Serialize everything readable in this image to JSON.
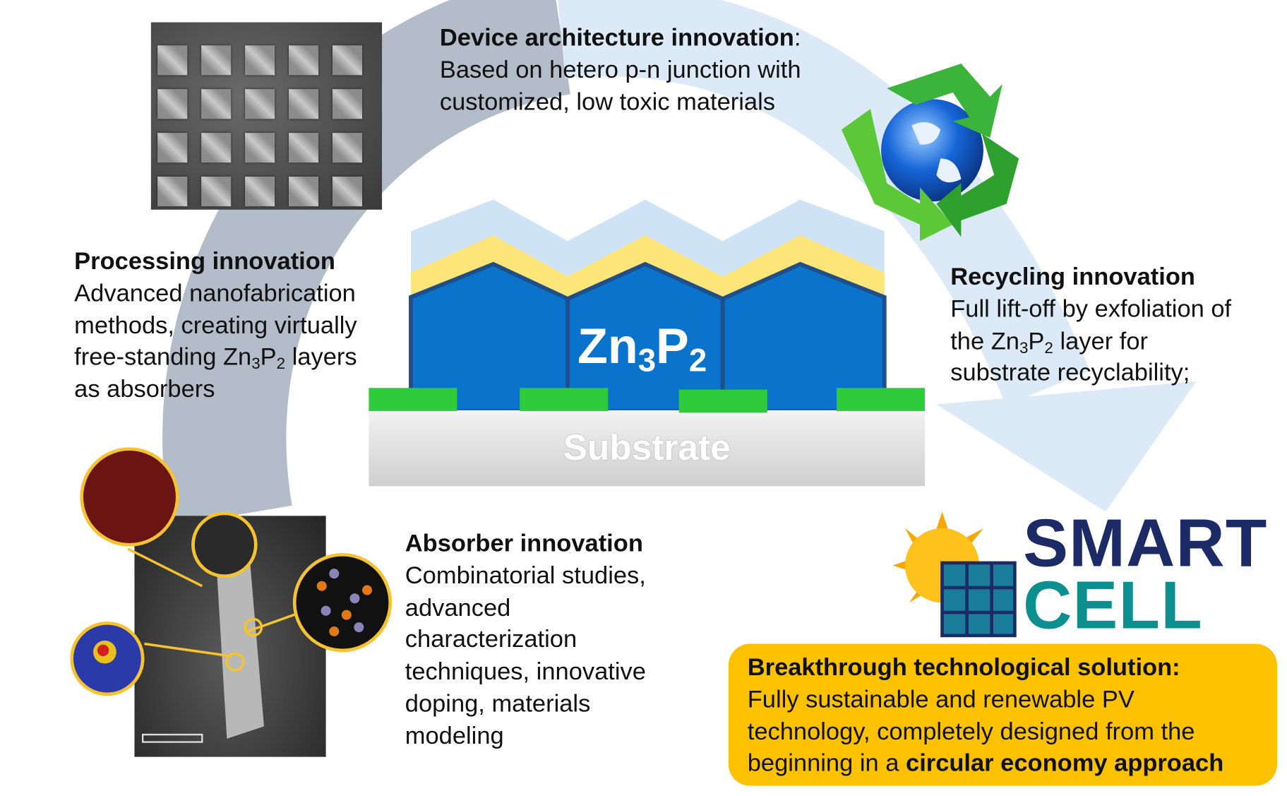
{
  "device_architecture": {
    "title": "Device architecture innovation",
    "colon": ":",
    "line1": "Based on hetero p-n junction with",
    "line2": "customized, low toxic materials"
  },
  "processing": {
    "title": "Processing innovation",
    "line1": "Advanced nanofabrication",
    "line2": "methods, creating virtually",
    "line3_pre": "free-standing Zn",
    "line3_s1": "3",
    "line3_mid": "P",
    "line3_s2": "2",
    "line3_post": " layers",
    "line4": "as absorbers"
  },
  "recycling": {
    "title": "Recycling innovation",
    "line1": "Full lift-off by exfoliation of",
    "line2_pre": "the Zn",
    "line2_s1": "3",
    "line2_mid": "P",
    "line2_s2": "2",
    "line2_post": " layer for",
    "line3": "substrate recyclability;"
  },
  "absorber": {
    "title": "Absorber innovation",
    "lines": [
      "Combinatorial studies,",
      "advanced",
      "characterization",
      "techniques, innovative",
      "doping, materials",
      "modeling"
    ]
  },
  "device": {
    "material_main": "Zn",
    "material_s1": "3",
    "material_mid": "P",
    "material_s2": "2",
    "substrate": "Substrate"
  },
  "logo": {
    "line1": "SMART",
    "line2": "CELL"
  },
  "solution": {
    "title": "Breakthrough technological solution:",
    "line1": "Fully sustainable and renewable PV",
    "line2": "technology, completely designed from the",
    "line3_pre": "beginning in a ",
    "line3_bold": "circular economy approach"
  },
  "colors": {
    "arc_gray": "#b3bdc9",
    "arc_blue": "#dce9f6",
    "absorber_blue": "#0a74cc",
    "yellow_layer": "#fde57a",
    "contact_green": "#2ecc3a",
    "logo_navy": "#1c2a66",
    "logo_teal": "#0e8f8f",
    "box_yellow": "#fcc200"
  }
}
